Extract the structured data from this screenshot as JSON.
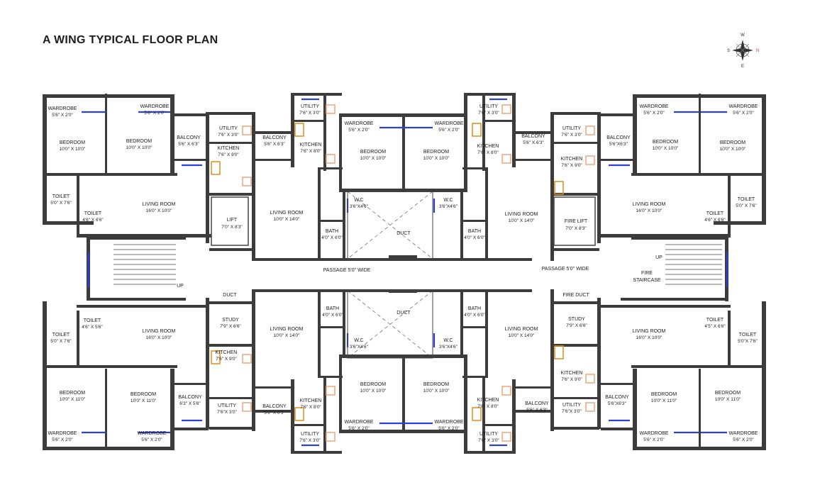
{
  "title": "A WING TYPICAL FLOOR PLAN",
  "compass": {
    "n": "N",
    "s": "S",
    "e": "E",
    "w": "W"
  },
  "colors": {
    "wall": "#3c3c3c",
    "window": "#2c3fd8",
    "door": "#d98f1a",
    "kitchen": "#e8a87c"
  },
  "labels": {
    "wardrobe": "WARDROBE",
    "bedroom": "BEDROOM",
    "balcony": "BALCONY",
    "utility": "UTILITY",
    "kitchen": "KITCHEN",
    "toilet": "TOILET",
    "living": "LIVING ROOM",
    "lift": "LIFT",
    "fire_lift": "FIRE LIFT",
    "wc": "W.C",
    "bath": "BATH",
    "duct": "DUCT",
    "fire_duct": "FIRE DUCT",
    "study": "STUDY",
    "passage": "PASSAGE 5'0\" WIDE",
    "fire_staircase_1": "FIRE",
    "fire_staircase_2": "STAIRCASE",
    "up": "UP"
  },
  "dims": {
    "d1": "5'6\" X 2'0\"",
    "d2": "10'0\" X 10'0\"",
    "d3": "5'6\" X 6'3\"",
    "d4": "7'6\" X 3'0\"",
    "d5": "7'6\" X 9'0\"",
    "d6": "7'6\" X 8'0\"",
    "d7": "5'0\" X 7'6\"",
    "d8": "4'6\" X 6'6\"",
    "d9": "16'0\" X 10'0\"",
    "d10": "7'0\" X 8'3\"",
    "d11": "10'0\" X 14'0\"",
    "d12": "3'6\"X4'6\"",
    "d13": "4'0\" X 6'0\"",
    "d14": "4'6\" X 5'6\"",
    "d15": "7'9\" X 6'6\"",
    "d16": "10'0\" X 11'0\"",
    "d17": "6'3\" X 5'6\"",
    "d18": "7'6\"X 3'0\"",
    "d19": "5'6\"X 2'0\"",
    "d20": "4'5\" X 6'6\"",
    "d21": "4'0\" X 6'0\"",
    "d22": "4'0\"X 6'0\"",
    "d23": "5'0\"X 7'6\"",
    "d24": "7'6\"X 8'0\"",
    "d25": "5'6\"X6'3\"",
    "d26": "5'6\" X 6'3\"",
    "d27": "3'6\"X4'6\""
  }
}
